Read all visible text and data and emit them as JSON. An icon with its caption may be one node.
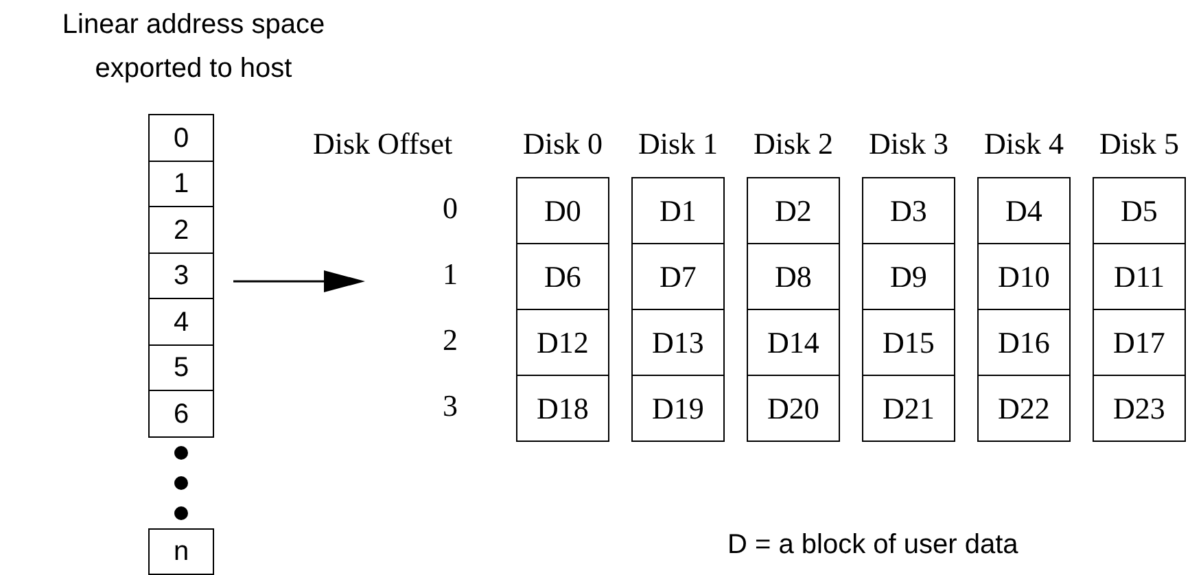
{
  "diagram": {
    "title": "Linear address space exported to host",
    "nodes": [
      {
        "text": [
          "0"
        ]
      },
      {
        "text": [
          "1"
        ]
      },
      {
        "text": [
          "2"
        ]
      },
      {
        "text": [
          "3"
        ]
      },
      {
        "text": [
          "4"
        ]
      },
      {
        "text": [
          "5"
        ]
      },
      {
        "text": [
          "6"
        ]
      },
      {
        "text": [
          "n"
        ]
      },
      {
        "text": [
          "D0"
        ]
      },
      {
        "text": [
          "D1"
        ]
      },
      {
        "text": [
          "D2"
        ]
      },
      {
        "text": [
          "D3"
        ]
      },
      {
        "text": [
          "D4"
        ]
      },
      {
        "text": [
          "D5"
        ]
      },
      {
        "text": [
          "D6"
        ]
      },
      {
        "text": [
          "D7"
        ]
      },
      {
        "text": [
          "D8"
        ]
      },
      {
        "text": [
          "D9"
        ]
      },
      {
        "text": [
          "D10"
        ]
      },
      {
        "text": [
          "D11"
        ]
      },
      {
        "text": [
          "D12"
        ]
      },
      {
        "text": [
          "D13"
        ]
      },
      {
        "text": [
          "D14"
        ]
      },
      {
        "text": [
          "D15"
        ]
      },
      {
        "text": [
          "D16"
        ]
      },
      {
        "text": [
          "D17"
        ]
      },
      {
        "text": [
          "D18"
        ]
      },
      {
        "text": [
          "D19"
        ]
      },
      {
        "text": [
          "D20"
        ]
      },
      {
        "text": [
          "D21"
        ]
      },
      {
        "text": [
          "D22"
        ]
      },
      {
        "text": [
          "D23"
        ]
      }
    ],
    "labels": [
      "Disk Offset",
      "Disk 0",
      "Disk 1",
      "Disk 2",
      "Disk 3",
      "Disk 4",
      "Disk 5",
      "0",
      "1",
      "2",
      "3",
      "D = a block of user data"
    ]
  }
}
